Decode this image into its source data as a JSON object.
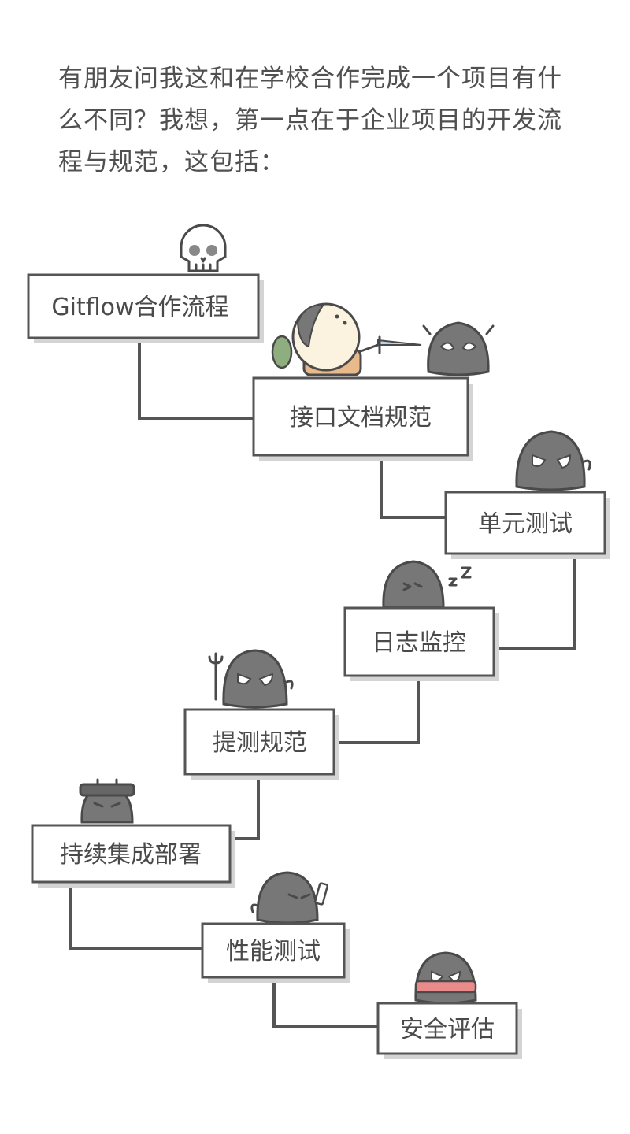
{
  "intro_text": "有朋友问我这和在学校合作完成一个项目有什么不同？我想，第一点在于企业项目的开发流程与规范，这包括：",
  "steps": [
    {
      "label": "Gitflow合作流程",
      "mascot": "skull-icon"
    },
    {
      "label": "接口文档规范",
      "mascot": "hero-with-sword-icon"
    },
    {
      "label": "单元测试",
      "mascot": "angry-blob-icon"
    },
    {
      "label": "日志监控",
      "mascot": "sleeping-blob-icon"
    },
    {
      "label": "提测规范",
      "mascot": "blob-with-trident-icon"
    },
    {
      "label": "持续集成部署",
      "mascot": "helmet-blob-icon"
    },
    {
      "label": "性能测试",
      "mascot": "blob-with-bottle-icon"
    },
    {
      "label": "安全评估",
      "mascot": "masked-blob-icon"
    }
  ],
  "colors": {
    "line": "#555555",
    "shadow": "#d4d4d4",
    "blob": "#777777",
    "text": "#4a4a4a"
  }
}
